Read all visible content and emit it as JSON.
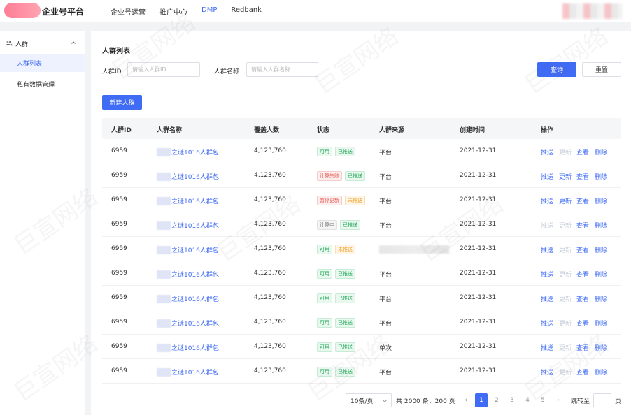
{
  "header": {
    "brand": "企业号平台",
    "nav": [
      {
        "label": "企业号运营",
        "active": false
      },
      {
        "label": "推广中心",
        "active": false
      },
      {
        "label": "DMP",
        "active": true
      },
      {
        "label": "Redbank",
        "active": false
      }
    ]
  },
  "sidebar": {
    "group_label": "人群",
    "items": [
      {
        "label": "人群列表",
        "active": true
      },
      {
        "label": "私有数据管理",
        "active": false
      }
    ]
  },
  "page": {
    "title": "人群列表",
    "filters": {
      "id_label": "人群ID",
      "id_placeholder": "请输入人群ID",
      "name_label": "人群名称",
      "name_placeholder": "请输入人群名称",
      "query_button": "查询",
      "reset_button": "重置"
    },
    "new_button": "新建人群"
  },
  "table": {
    "columns": [
      "人群ID",
      "人群名称",
      "覆盖人数",
      "状态",
      "人群来源",
      "创建时间",
      "操作"
    ],
    "actions": [
      "推送",
      "更新",
      "查看",
      "删除"
    ],
    "rows": [
      {
        "id": "6959",
        "name": "之谜1016人群包",
        "coverage": "4,123,760",
        "tags": [
          {
            "text": "可用",
            "tone": "green"
          },
          {
            "text": "已推送",
            "tone": "green"
          }
        ],
        "source": "平台",
        "created": "2021-12-31",
        "enabled": [
          true,
          false,
          true,
          true
        ]
      },
      {
        "id": "6959",
        "name": "之谜1016人群包",
        "coverage": "4,123,760",
        "tags": [
          {
            "text": "计算失败",
            "tone": "red"
          },
          {
            "text": "已推送",
            "tone": "green"
          }
        ],
        "source": "平台",
        "created": "2021-12-31",
        "enabled": [
          true,
          true,
          true,
          true
        ]
      },
      {
        "id": "6959",
        "name": "之谜1016人群包",
        "coverage": "4,123,760",
        "tags": [
          {
            "text": "暂停更新",
            "tone": "red"
          },
          {
            "text": "未推送",
            "tone": "orange"
          }
        ],
        "source": "平台",
        "created": "2021-12-31",
        "enabled": [
          true,
          true,
          true,
          true
        ]
      },
      {
        "id": "6959",
        "name": "之谜1016人群包",
        "coverage": "4,123,760",
        "tags": [
          {
            "text": "计算中",
            "tone": "gray"
          },
          {
            "text": "已推送",
            "tone": "green"
          }
        ],
        "source": "平台",
        "created": "2021-12-31",
        "enabled": [
          false,
          false,
          true,
          true
        ]
      },
      {
        "id": "6959",
        "name": "之谜1016人群包",
        "coverage": "4,123,760",
        "tags": [
          {
            "text": "可用",
            "tone": "green"
          },
          {
            "text": "未推送",
            "tone": "orange"
          }
        ],
        "source": "",
        "created": "2021-12-31",
        "enabled": [
          true,
          false,
          true,
          true
        ]
      },
      {
        "id": "6959",
        "name": "之谜1016人群包",
        "coverage": "4,123,760",
        "tags": [
          {
            "text": "可用",
            "tone": "green"
          },
          {
            "text": "已推送",
            "tone": "green"
          }
        ],
        "source": "平台",
        "created": "2021-12-31",
        "enabled": [
          true,
          false,
          true,
          true
        ]
      },
      {
        "id": "6959",
        "name": "之谜1016人群包",
        "coverage": "4,123,760",
        "tags": [
          {
            "text": "可用",
            "tone": "green"
          },
          {
            "text": "已推送",
            "tone": "green"
          }
        ],
        "source": "平台",
        "created": "2021-12-31",
        "enabled": [
          true,
          false,
          true,
          true
        ]
      },
      {
        "id": "6959",
        "name": "之谜1016人群包",
        "coverage": "4,123,760",
        "tags": [
          {
            "text": "可用",
            "tone": "green"
          },
          {
            "text": "已推送",
            "tone": "green"
          }
        ],
        "source": "平台",
        "created": "2021-12-31",
        "enabled": [
          true,
          false,
          true,
          true
        ]
      },
      {
        "id": "6959",
        "name": "之谜1016人群包",
        "coverage": "4,123,760",
        "tags": [
          {
            "text": "可用",
            "tone": "green"
          },
          {
            "text": "已推送",
            "tone": "green"
          }
        ],
        "source": "单次",
        "created": "2021-12-31",
        "enabled": [
          true,
          false,
          true,
          true
        ]
      },
      {
        "id": "6959",
        "name": "之谜1016人群包",
        "coverage": "4,123,760",
        "tags": [
          {
            "text": "可用",
            "tone": "green"
          },
          {
            "text": "已推送",
            "tone": "green"
          }
        ],
        "source": "平台",
        "created": "2021-12-31",
        "enabled": [
          true,
          false,
          true,
          true
        ]
      }
    ]
  },
  "pagination": {
    "page_size": "10条/页",
    "total": "共 2000 条，200 页",
    "pages": [
      "1",
      "2",
      "3",
      "4",
      "5"
    ],
    "current": "1",
    "prev": "‹",
    "next": "›",
    "jump_label": "跳转至",
    "jump_unit": "页"
  },
  "watermark": "巨宣网络",
  "colors": {
    "primary": "#3f6bf5",
    "success": "#22a85a",
    "danger": "#e5534b",
    "warning": "#f0a020"
  }
}
